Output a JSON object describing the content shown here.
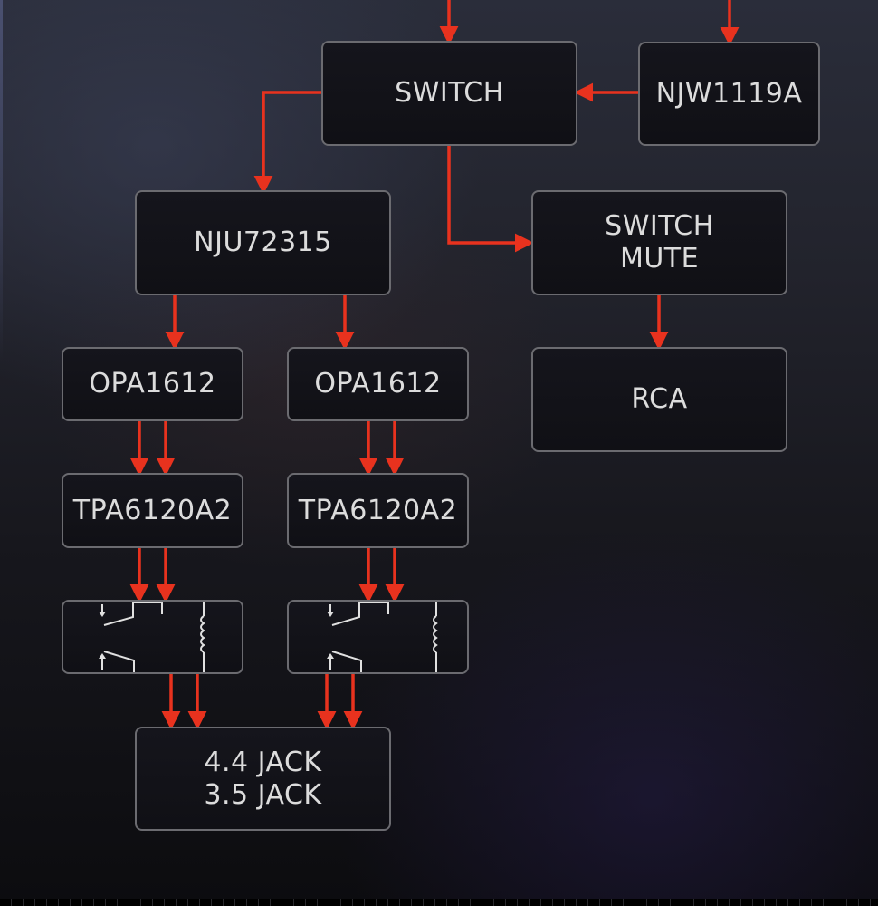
{
  "diagram": {
    "wire_color": "#e8321e",
    "blocks": {
      "switch": "SWITCH",
      "njw1119a": "NJW1119A",
      "nju72315": "NJU72315",
      "switch_mute_line1": "SWITCH",
      "switch_mute_line2": "MUTE",
      "opa1612_left": "OPA1612",
      "opa1612_right": "OPA1612",
      "rca": "RCA",
      "tpa6120a2_left": "TPA6120A2",
      "tpa6120a2_right": "TPA6120A2",
      "jack_line1": "4.4 JACK",
      "jack_line2": "3.5 JACK"
    },
    "relays": [
      {
        "name": "relay-left",
        "icon": "relay-icon"
      },
      {
        "name": "relay-right",
        "icon": "relay-icon"
      }
    ]
  }
}
